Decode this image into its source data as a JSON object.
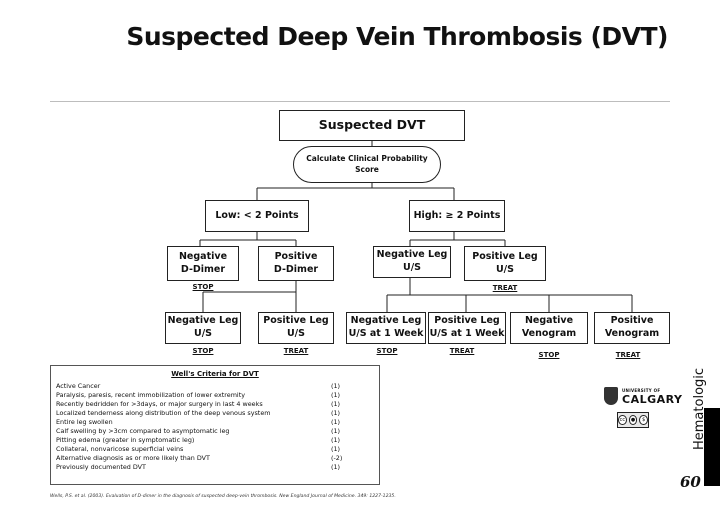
{
  "title": "Suspected Deep Vein Thrombosis (DVT)",
  "flow": {
    "root": "Suspected DVT",
    "score": "Calculate Clinical Probability\nScore",
    "low": "Low: < 2 Points",
    "high": "High: ≥ 2 Points",
    "neg_ddimer": "Negative\nD-Dimer",
    "pos_ddimer": "Positive\nD-Dimer",
    "neg_leg_us_high": "Negative Leg\nU/S",
    "pos_leg_us_high": "Positive Leg\nU/S",
    "neg_leg_us_low": "Negative Leg\nU/S",
    "pos_leg_us_low": "Positive Leg\nU/S",
    "neg_leg_1wk": "Negative Leg\nU/S at 1 Week",
    "pos_leg_1wk": "Positive Leg\nU/S at 1 Week",
    "neg_veno": "Negative\nVenogram",
    "pos_veno": "Positive\nVenogram",
    "stop": "STOP",
    "treat": "TREAT"
  },
  "wells": {
    "title": "Well's Criteria for DVT",
    "rows": [
      {
        "c": "Active Cancer",
        "p": "(1)"
      },
      {
        "c": "Paralysis, paresis, recent immobilization of lower extremity",
        "p": "(1)"
      },
      {
        "c": "Recently bedridden for  >3days, or major surgery in last 4 weeks",
        "p": "(1)"
      },
      {
        "c": "Localized tenderness along distribution of the deep venous system",
        "p": "(1)"
      },
      {
        "c": "Entire leg swollen",
        "p": "(1)"
      },
      {
        "c": "Calf swelling by >3cm compared to asymptomatic leg",
        "p": "(1)"
      },
      {
        "c": "Pitting edema (greater in symptomatic leg)",
        "p": "(1)"
      },
      {
        "c": "Collateral, nonvaricose superficial veins",
        "p": "(1)"
      },
      {
        "c": "Alternative diagnosis as or more likely than DVT",
        "p": "(-2)"
      },
      {
        "c": "Previously documented DVT",
        "p": "(1)"
      }
    ]
  },
  "citation": "Wells, P.S. et al. (2003). Evaluation of D-dimer in the diagnosis of suspected deep-vein thrombosis. New England Journal of Medicine. 349: 1227-1235.",
  "logo": {
    "university": "UNIVERSITY OF",
    "name": "CALGARY"
  },
  "license_badge": "cc",
  "side_label": "Hematologic",
  "page_number": "60"
}
